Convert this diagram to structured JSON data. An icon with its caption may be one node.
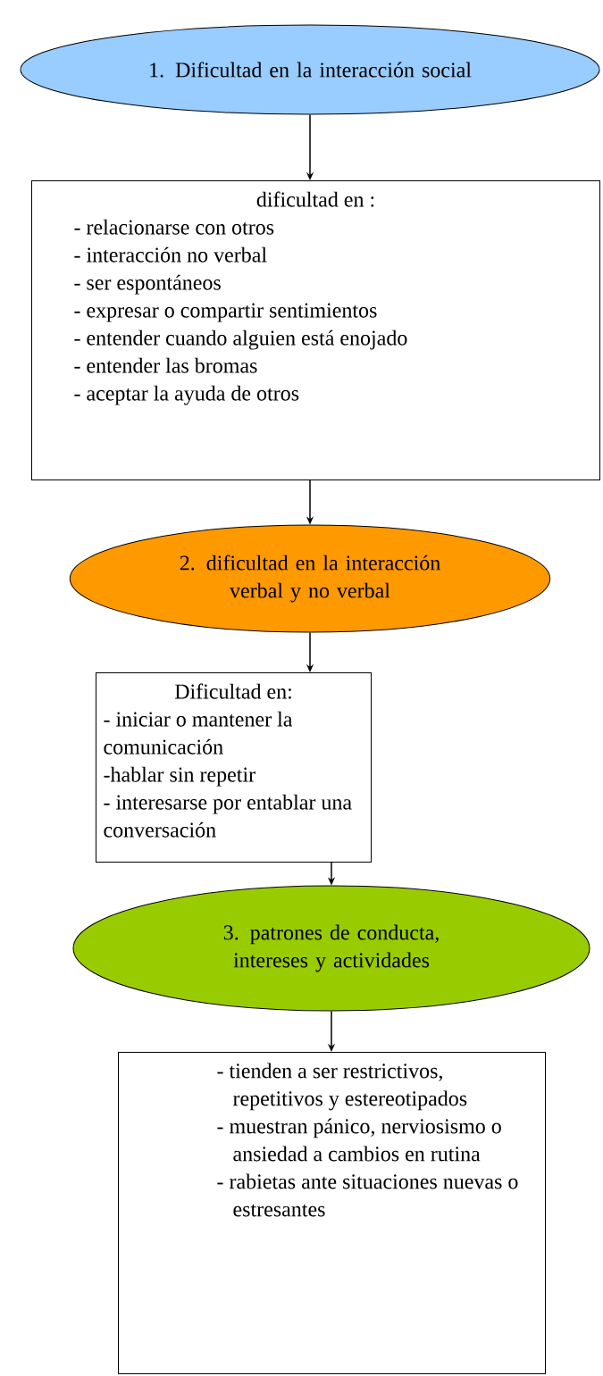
{
  "diagram": {
    "nodes": [
      {
        "text": [
          "1. Dificultad en la interacción social"
        ]
      },
      {
        "text": [
          "dificultad en :",
          "- relacionarse con otros",
          "- interacción no verbal",
          "- ser espontáneos",
          "- expresar o compartir sentimientos",
          "- entender cuando alguien está enojado",
          "- entender las bromas",
          "- aceptar la ayuda de otros"
        ]
      },
      {
        "text": [
          "2. dificultad en la interacción verbal y no verbal"
        ]
      },
      {
        "text": [
          "Dificultad en:",
          "- iniciar o mantener la comunicación",
          "-hablar sin repetir",
          "- interesarse por entablar una conversación"
        ]
      },
      {
        "text": [
          "3. patrones de conducta, intereses y actividades"
        ]
      },
      {
        "text": [
          "- tienden a ser restrictivos, repetitivos y estereotipados",
          "- muestran pánico, nerviosismo o ansiedad a cambios en rutina",
          "- rabietas ante situaciones nuevas o estresantes"
        ]
      }
    ],
    "edges": [
      {
        "from": 0,
        "to": 1,
        "arrow": "to"
      },
      {
        "from": 1,
        "to": 2,
        "arrow": "to"
      },
      {
        "from": 2,
        "to": 3,
        "arrow": "to"
      },
      {
        "from": 3,
        "to": 4,
        "arrow": "to"
      },
      {
        "from": 4,
        "to": 5,
        "arrow": "to"
      }
    ]
  }
}
